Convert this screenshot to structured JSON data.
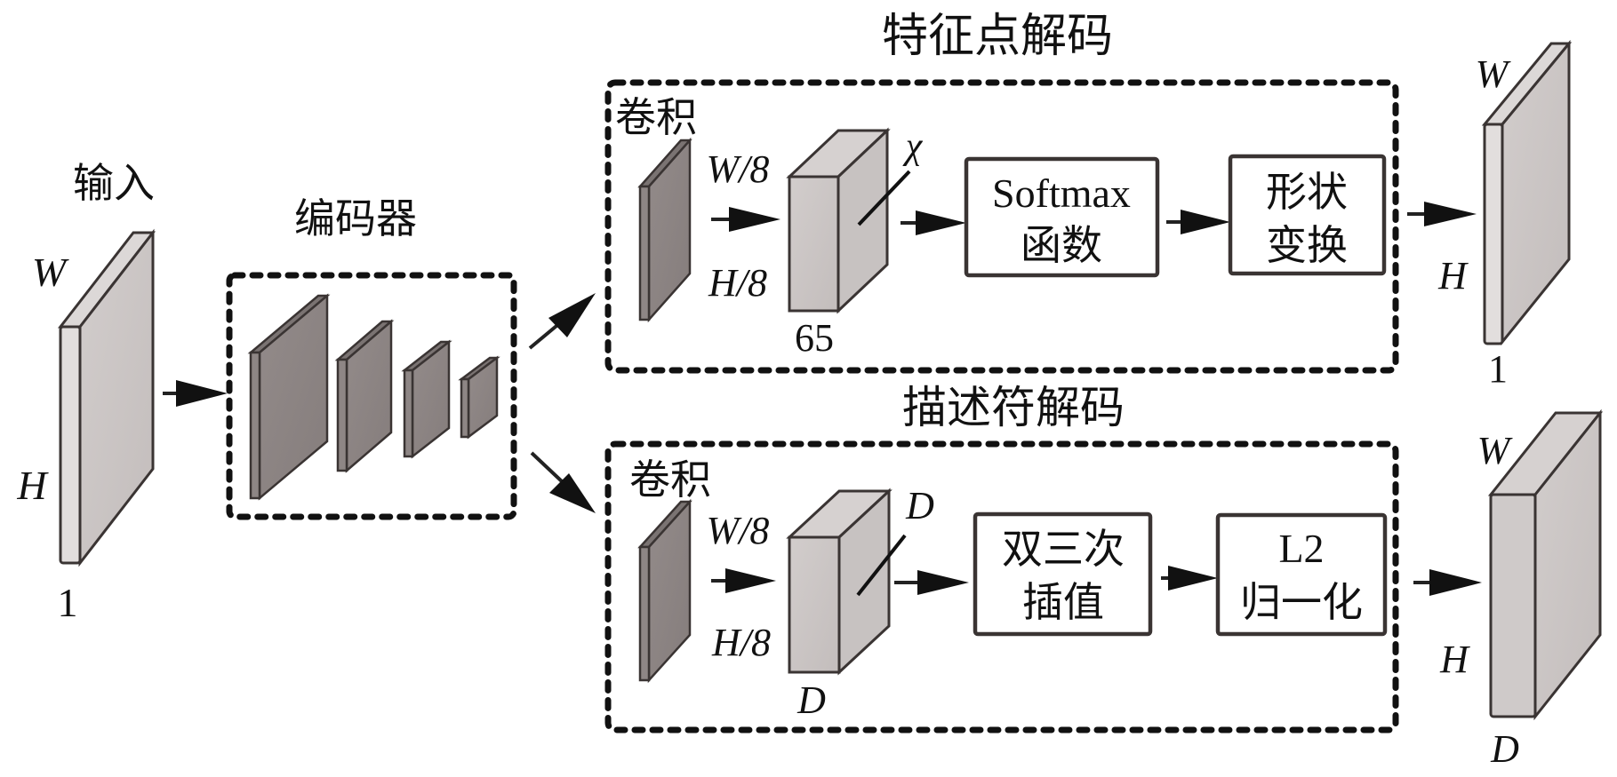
{
  "title": "SuperPoint-style feature detection network diagram",
  "input": {
    "label": "输入",
    "dims": {
      "width": "W",
      "height": "H",
      "depth": "1"
    }
  },
  "encoder": {
    "label": "编码器",
    "layer_count": 4
  },
  "keypoint_decoder": {
    "label": "特征点解码",
    "conv_label": "卷积",
    "feature_dims": {
      "width": "W/8",
      "height": "H/8",
      "channels": "65",
      "channel_symbol": "χ"
    },
    "steps": [
      {
        "line1": "Softmax",
        "line2": "函数"
      },
      {
        "line1": "形状",
        "line2": "变换"
      }
    ],
    "output_dims": {
      "width": "W",
      "height": "H",
      "depth": "1"
    }
  },
  "descriptor_decoder": {
    "label": "描述符解码",
    "conv_label": "卷积",
    "feature_dims": {
      "width": "W/8",
      "height": "H/8",
      "channels": "D",
      "channel_symbol": "D"
    },
    "steps": [
      {
        "line1": "双三次",
        "line2": "插值"
      },
      {
        "line1": "L2",
        "line2": "归一化"
      }
    ],
    "output_dims": {
      "width": "W",
      "height": "H",
      "depth": "D"
    }
  },
  "colors": {
    "light_plate": "#cbc6c5",
    "dark_plate": "#8c8584",
    "edge": "#3a3433",
    "ink": "#111111"
  }
}
